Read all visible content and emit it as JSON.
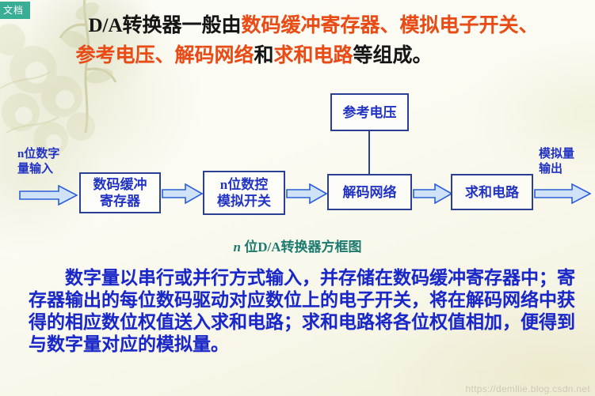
{
  "badge": {
    "label": "文档"
  },
  "heading": {
    "line1_prefix": "D/A转换器一般由",
    "line1_highlight": "数码缓冲寄存器、模拟电子开关、",
    "line2_highlight1": "参考电压、解码网络",
    "line2_mid": "和",
    "line2_highlight2": "求和电路",
    "line2_suffix": "等组成。"
  },
  "diagram": {
    "input_label": "n位数字\n量输入",
    "output_label": "模拟量\n输出",
    "boxes": [
      {
        "id": "reference-voltage",
        "label": "参考电压"
      },
      {
        "id": "digital-buffer-register",
        "label": "数码缓冲\n寄存器"
      },
      {
        "id": "n-bit-analog-switch",
        "label": "n位数控\n模拟开关"
      },
      {
        "id": "decoder-network",
        "label": "解码网络"
      },
      {
        "id": "summing-circuit",
        "label": "求和电路"
      }
    ],
    "colors": {
      "box_border": "#2b3f94",
      "box_text": "#2233c4",
      "arrow_fill": "#cfe2f7",
      "arrow_stroke": "#2b5fd9"
    }
  },
  "caption": {
    "n": "n",
    "rest": " 位D/A转换器方框图",
    "color": "#1c7a6e"
  },
  "body": {
    "paragraph": "数字量以串行或并行方式输入，并存储在数码缓冲寄存器中；寄存器输出的每位数码驱动对应数位上的电子开关，将在解码网络中获得的相应数位权值送入求和电路；求和电路将各位权值相加，便得到与数字量对应的模拟量。",
    "color": "#1a27c8"
  },
  "watermark": {
    "text": "https://demllie.blog.csdn.net"
  }
}
